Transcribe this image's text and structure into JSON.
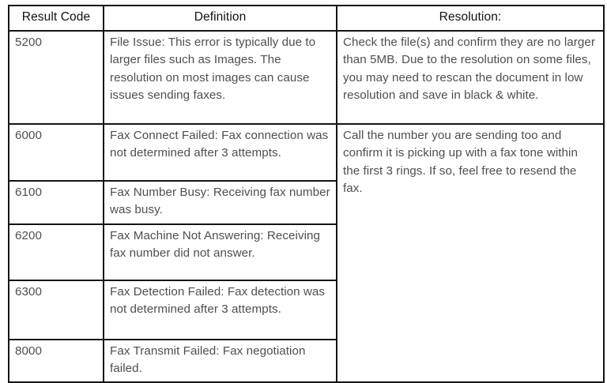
{
  "table": {
    "headers": {
      "result_code": "Result Code",
      "definition": "Definition",
      "resolution": "Resolution:"
    },
    "rows": [
      {
        "code": "5200",
        "definition": "File Issue: This error is typically due to larger files such as Images. The resolution on most images can cause issues sending faxes.",
        "resolution": "Check the file(s) and confirm they are no larger than 5MB. Due to the resolution on some files, you may need to rescan the document in low resolution and save in black & white.",
        "resolution_rowspan": 1
      },
      {
        "code": "6000",
        "definition": "Fax Connect Failed: Fax connection was not determined after 3 attempts.",
        "resolution": "Call the number you are sending too and confirm it is picking up with a fax tone within the first 3 rings. If so, feel free to resend the fax.",
        "resolution_rowspan": 5
      },
      {
        "code": "6100",
        "definition": "Fax Number Busy: Receiving fax number was busy.",
        "resolution": null,
        "resolution_rowspan": 0
      },
      {
        "code": "6200",
        "definition": "Fax Machine Not Answering: Receiving fax number did not answer.",
        "resolution": null,
        "resolution_rowspan": 0
      },
      {
        "code": "6300",
        "definition": "Fax Detection Failed: Fax detection was not determined after 3 attempts.",
        "resolution": null,
        "resolution_rowspan": 0
      },
      {
        "code": "8000",
        "definition": "Fax Transmit Failed: Fax negotiation failed.",
        "resolution": null,
        "resolution_rowspan": 0
      }
    ],
    "colors": {
      "border": "#141414",
      "header_text": "#111111",
      "body_text": "#4f4f4f",
      "background": "#ffffff"
    }
  }
}
